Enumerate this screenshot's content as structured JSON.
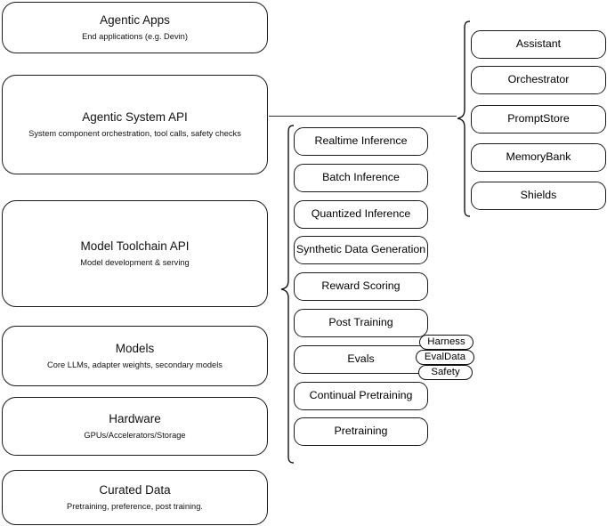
{
  "diagram": {
    "title": "AI stack layered architecture diagram",
    "stroke_color": "#111111",
    "background_color": "#ffffff"
  },
  "layers": [
    {
      "name": "agentic-apps",
      "title": "Agentic Apps",
      "subtitle": "End applications (e.g. Devin)"
    },
    {
      "name": "agentic-system-api",
      "title": "Agentic System API",
      "subtitle": "System component orchestration, tool calls, safety checks"
    },
    {
      "name": "model-toolchain-api",
      "title": "Model Toolchain API",
      "subtitle": "Model development & serving"
    },
    {
      "name": "models",
      "title": "Models",
      "subtitle": "Core LLMs, adapter weights, secondary models"
    },
    {
      "name": "hardware",
      "title": "Hardware",
      "subtitle": "GPUs/Accelerators/Storage"
    },
    {
      "name": "curated-data",
      "title": "Curated Data",
      "subtitle": "Pretraining, preference, post training."
    }
  ],
  "toolchain_components": [
    {
      "name": "realtime-inference",
      "label": "Realtime Inference"
    },
    {
      "name": "batch-inference",
      "label": "Batch Inference"
    },
    {
      "name": "quantized-inference",
      "label": "Quantized Inference"
    },
    {
      "name": "synthetic-data-generation",
      "label": "Synthetic Data Generation"
    },
    {
      "name": "reward-scoring",
      "label": "Reward Scoring"
    },
    {
      "name": "post-training",
      "label": "Post Training"
    },
    {
      "name": "evals",
      "label": "Evals"
    },
    {
      "name": "continual-pretraining",
      "label": "Continual Pretraining"
    },
    {
      "name": "pretraining",
      "label": "Pretraining"
    }
  ],
  "system_components": [
    {
      "name": "assistant",
      "label": "Assistant"
    },
    {
      "name": "orchestrator",
      "label": "Orchestrator"
    },
    {
      "name": "promptstore",
      "label": "PromptStore"
    },
    {
      "name": "memorybank",
      "label": "MemoryBank"
    },
    {
      "name": "shields",
      "label": "Shields"
    }
  ],
  "eval_tags": [
    {
      "name": "harness",
      "label": "Harness"
    },
    {
      "name": "evaldata",
      "label": "EvalData"
    },
    {
      "name": "safety",
      "label": "Safety"
    }
  ]
}
